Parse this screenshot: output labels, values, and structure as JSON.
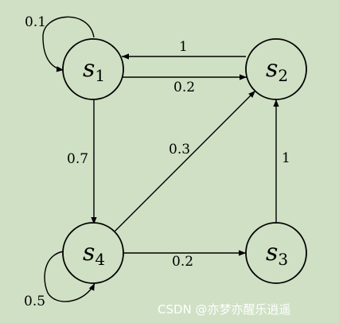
{
  "diagram": {
    "background": "#cfe0c4",
    "stroke_color": "#000000",
    "node_fill": "#cfe0c4",
    "nodes": {
      "s1": {
        "symbol": "s",
        "subscript": "1"
      },
      "s2": {
        "symbol": "s",
        "subscript": "2"
      },
      "s3": {
        "symbol": "s",
        "subscript": "3"
      },
      "s4": {
        "symbol": "s",
        "subscript": "4"
      }
    },
    "edges": {
      "s1_s1": {
        "from": "s1",
        "to": "s1",
        "label": "0.1"
      },
      "s2_s1": {
        "from": "s2",
        "to": "s1",
        "label": "1"
      },
      "s1_s2": {
        "from": "s1",
        "to": "s2",
        "label": "0.2"
      },
      "s1_s4": {
        "from": "s1",
        "to": "s4",
        "label": "0.7"
      },
      "s4_s2": {
        "from": "s4",
        "to": "s2",
        "label": "0.3"
      },
      "s3_s2": {
        "from": "s3",
        "to": "s2",
        "label": "1"
      },
      "s4_s3": {
        "from": "s4",
        "to": "s3",
        "label": "0.2"
      },
      "s4_s4": {
        "from": "s4",
        "to": "s4",
        "label": "0.5"
      }
    }
  },
  "watermark": {
    "text": "CSDN @亦梦亦醒乐逍遥",
    "color": "#ffffff"
  }
}
